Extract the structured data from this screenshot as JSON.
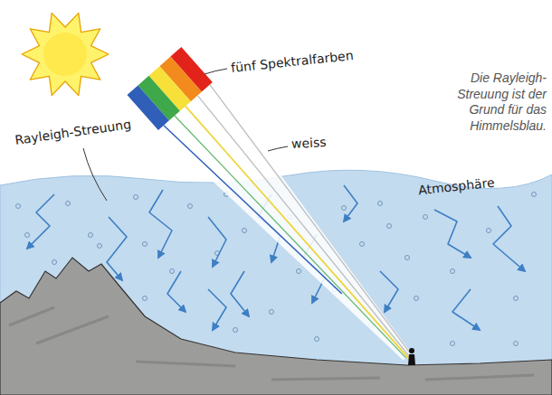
{
  "diagram": {
    "caption": "Die Rayleigh-Streuung ist der Grund für das Himmelsblau.",
    "labels": [
      "fünf Spektralfarben",
      "Rayleigh-Streuung",
      "weiss",
      "Atmosphäre"
    ]
  }
}
